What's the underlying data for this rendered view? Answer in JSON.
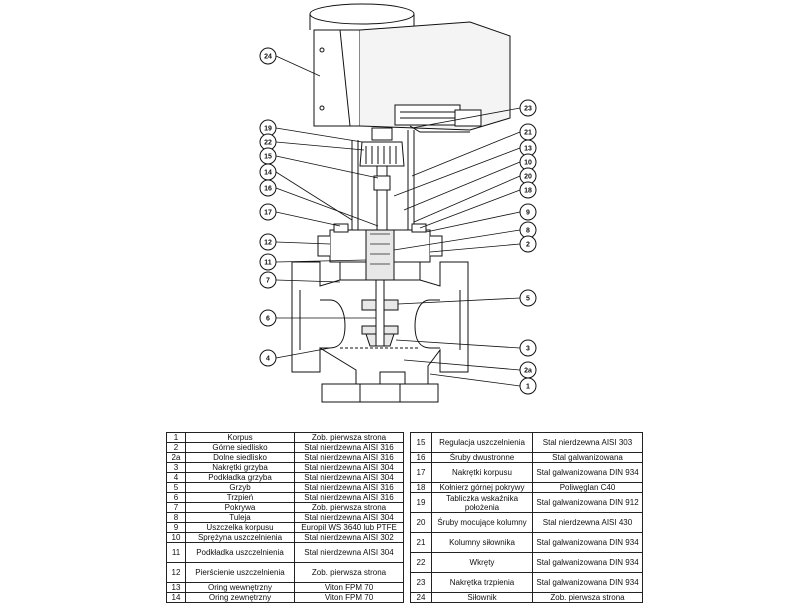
{
  "left_table": {
    "rows": [
      {
        "num": "1",
        "name": "Korpus",
        "material": "Zob. pierwsza strona"
      },
      {
        "num": "2",
        "name": "Górne siedlisko",
        "material": "Stal nierdzewna AISI 316"
      },
      {
        "num": "2a",
        "name": "Dolne siedlisko",
        "material": "Stal nierdzewna AISI 316"
      },
      {
        "num": "3",
        "name": "Nakrętki grzyba",
        "material": "Stal nierdzewna AISI 304"
      },
      {
        "num": "4",
        "name": "Podkładka grzyba",
        "material": "Stal nierdzewna AISI 304"
      },
      {
        "num": "5",
        "name": "Grzyb",
        "material": "Stal nierdzewna AISI 316"
      },
      {
        "num": "6",
        "name": "Trzpień",
        "material": "Stal nierdzewna AISI 316"
      },
      {
        "num": "7",
        "name": "Pokrywa",
        "material": "Zob. pierwsza strona"
      },
      {
        "num": "8",
        "name": "Tuleja",
        "material": "Stal nierdzewna AISI 304"
      },
      {
        "num": "9",
        "name": "Uszczelka korpusu",
        "material": "Europil WS 3640 lub PTFE"
      },
      {
        "num": "10",
        "name": "Sprężyna uszczelnienia",
        "material": "Stal nierdzewna AISI 302"
      },
      {
        "num": "11",
        "name": "Podkładka uszczelnienia",
        "material": "Stal nierdzewna AISI 304"
      },
      {
        "num": "12",
        "name": "Pierścienie uszczelnienia",
        "material": "Zob. pierwsza strona"
      },
      {
        "num": "13",
        "name": "Oring wewnętrzny",
        "material": "Viton FPM 70"
      },
      {
        "num": "14",
        "name": "Oring zewnętrzny",
        "material": "Viton FPM 70"
      }
    ]
  },
  "right_table": {
    "rows": [
      {
        "num": "15",
        "name": "Regulacja uszczelnienia",
        "material": "Stal nierdzewna AISI 303"
      },
      {
        "num": "16",
        "name": "Śruby dwustronne",
        "material": "Stal galwanizowana"
      },
      {
        "num": "17",
        "name": "Nakrętki korpusu",
        "material": "Stal galwanizowana DIN 934"
      },
      {
        "num": "18",
        "name": "Kołnierz górnej pokrywy",
        "material": "Poliwęglan C40"
      },
      {
        "num": "19",
        "name": "Tabliczka wskaźnika położenia",
        "material": "Stal galwanizowana DIN 912"
      },
      {
        "num": "20",
        "name": "Śruby mocujące kolumny",
        "material": "Stal nierdzewna AISI 430"
      },
      {
        "num": "21",
        "name": "Kolumny siłownika",
        "material": "Stal galwanizowana DIN 934"
      },
      {
        "num": "22",
        "name": "Wkręty",
        "material": "Stal galwanizowana DIN 934"
      },
      {
        "num": "23",
        "name": "Nakrętka trzpienia",
        "material": "Stal galwanizowana DIN 934"
      },
      {
        "num": "24",
        "name": "Siłownik",
        "material": "Zob. pierwsza strona"
      }
    ]
  },
  "callouts": [
    "24",
    "19",
    "22",
    "15",
    "14",
    "16",
    "17",
    "12",
    "11",
    "7",
    "6",
    "4",
    "23",
    "21",
    "13",
    "10",
    "20",
    "18",
    "9",
    "8",
    "2",
    "5",
    "3",
    "2a",
    "1"
  ]
}
